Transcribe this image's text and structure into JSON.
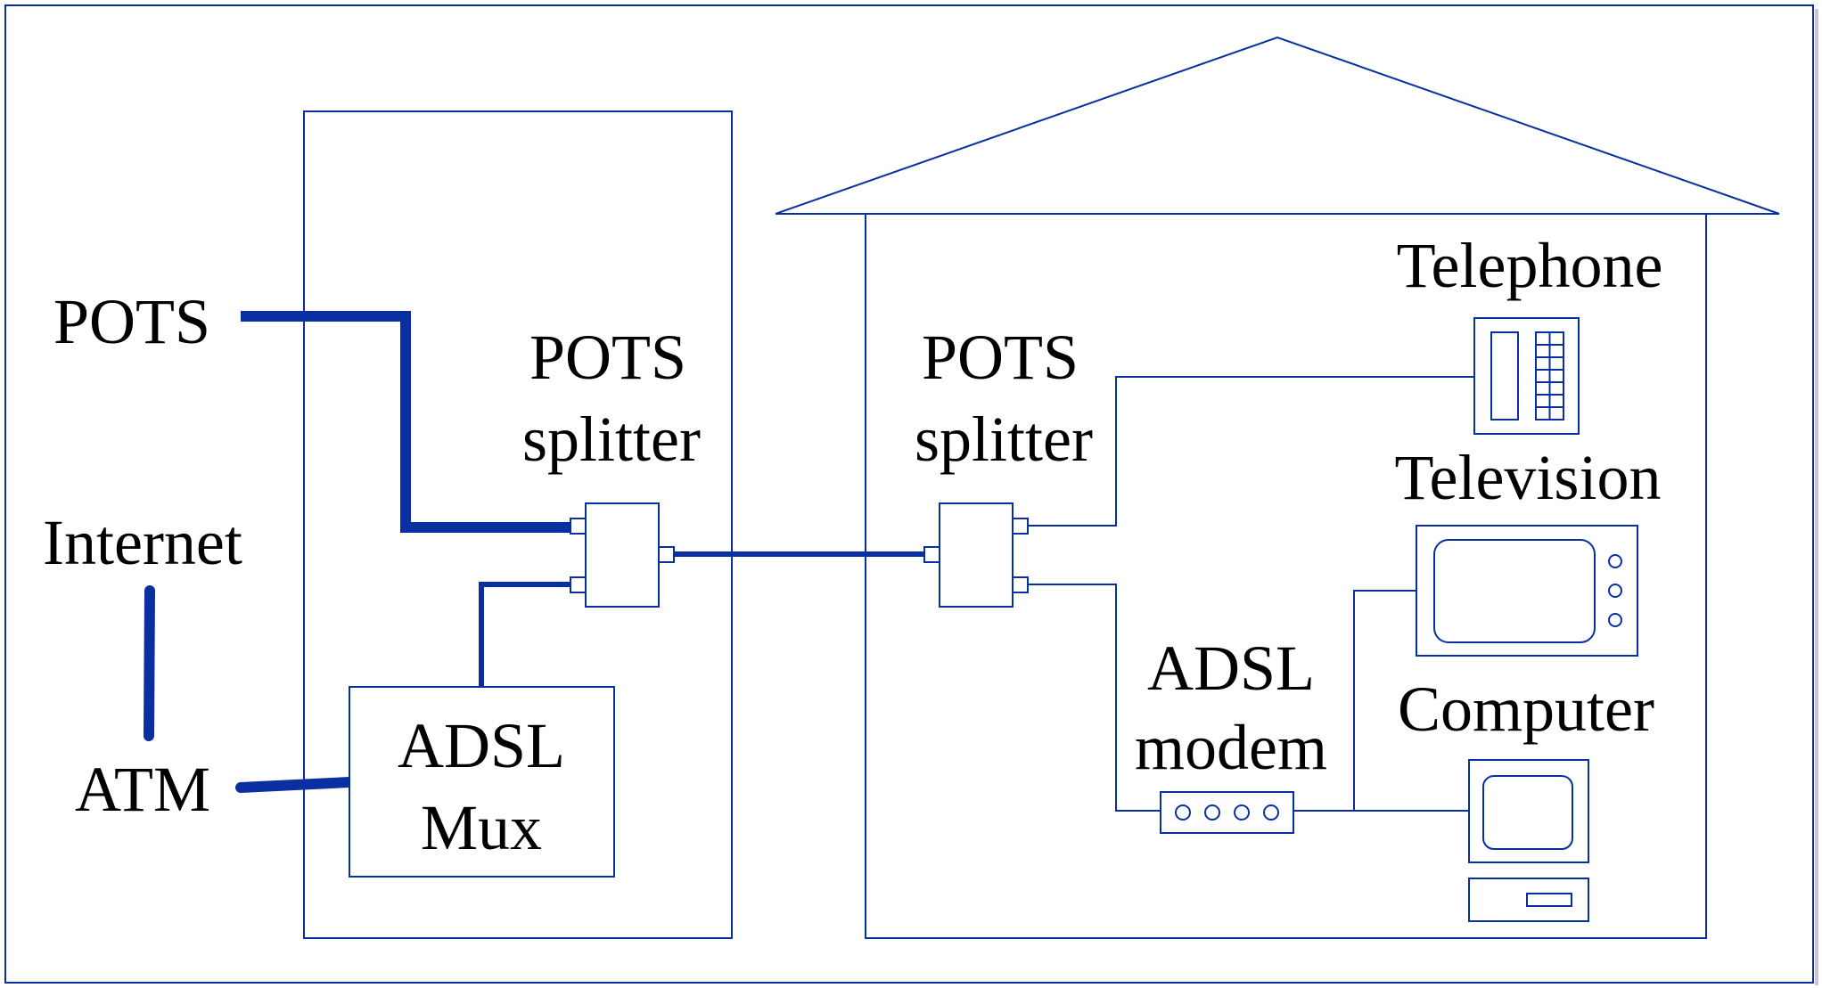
{
  "colors": {
    "line": "#0a2fa0",
    "thick_line": "#0a2fa0",
    "text": "#000000",
    "background": "#ffffff"
  },
  "labels": {
    "pots_left": "POTS",
    "internet": "Internet",
    "atm": "ATM",
    "co_splitter_line1": "POTS",
    "co_splitter_line2": "splitter",
    "mux_line1": "ADSL",
    "mux_line2": "Mux",
    "home_splitter_line1": "POTS",
    "home_splitter_line2": "splitter",
    "modem_line1": "ADSL",
    "modem_line2": "modem",
    "telephone": "Telephone",
    "television": "Television",
    "computer": "Computer"
  }
}
